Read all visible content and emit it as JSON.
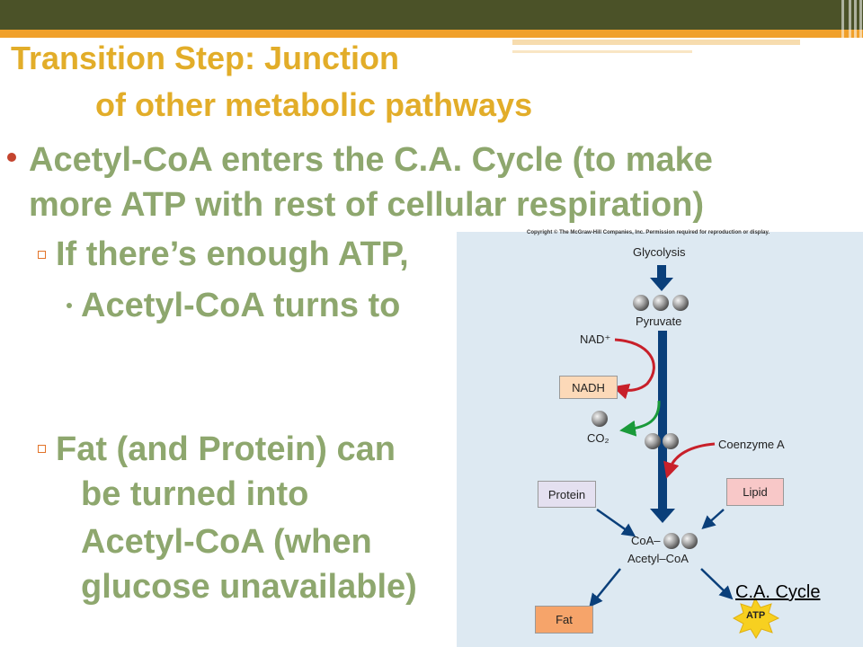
{
  "title": {
    "line1": "Transition Step: Junction",
    "line2": "of other metabolic pathways"
  },
  "bullets": {
    "main_line1": "Acetyl-CoA enters the C.A. Cycle (to make",
    "main_line2": "more ATP with rest of cellular respiration)",
    "sub1": "If there’s enough ATP,",
    "subsub1": "Acetyl-CoA turns to",
    "sub2_line1": "Fat (and Protein) can",
    "sub2_line2": "be turned into",
    "sub2_line3": "Acetyl-CoA (when",
    "sub2_line4": "glucose unavailable)"
  },
  "figure": {
    "copyright": "Copyright © The McGraw-Hill Companies, Inc. Permission required for reproduction or display.",
    "glycolysis": "Glycolysis",
    "pyruvate": "Pyruvate",
    "nad": "NAD⁺",
    "nadh": "NADH",
    "co2": "CO₂",
    "coenzyme_a": "Coenzyme A",
    "protein": "Protein",
    "lipid": "Lipid",
    "coa": "CoA–",
    "acetyl_coa": "Acetyl–CoA",
    "fat": "Fat",
    "atp": "ATP",
    "ca_cycle": "C.A. Cycle"
  },
  "colors": {
    "title": "#e2ad29",
    "body_text": "#8ea76e",
    "top_band": "#4b5228",
    "orange_line": "#f0a02a",
    "figure_bg": "#dde9f2",
    "main_arrow": "#0a3f7a",
    "red_arrow": "#c8202a",
    "green_arrow": "#1a9a3a",
    "nadh_box": "#fcd9b8",
    "fat_box": "#f6a46a",
    "protein_box": "#e4e0f0",
    "lipid_box": "#f8c8c8",
    "atp_star": "#f7d020"
  }
}
